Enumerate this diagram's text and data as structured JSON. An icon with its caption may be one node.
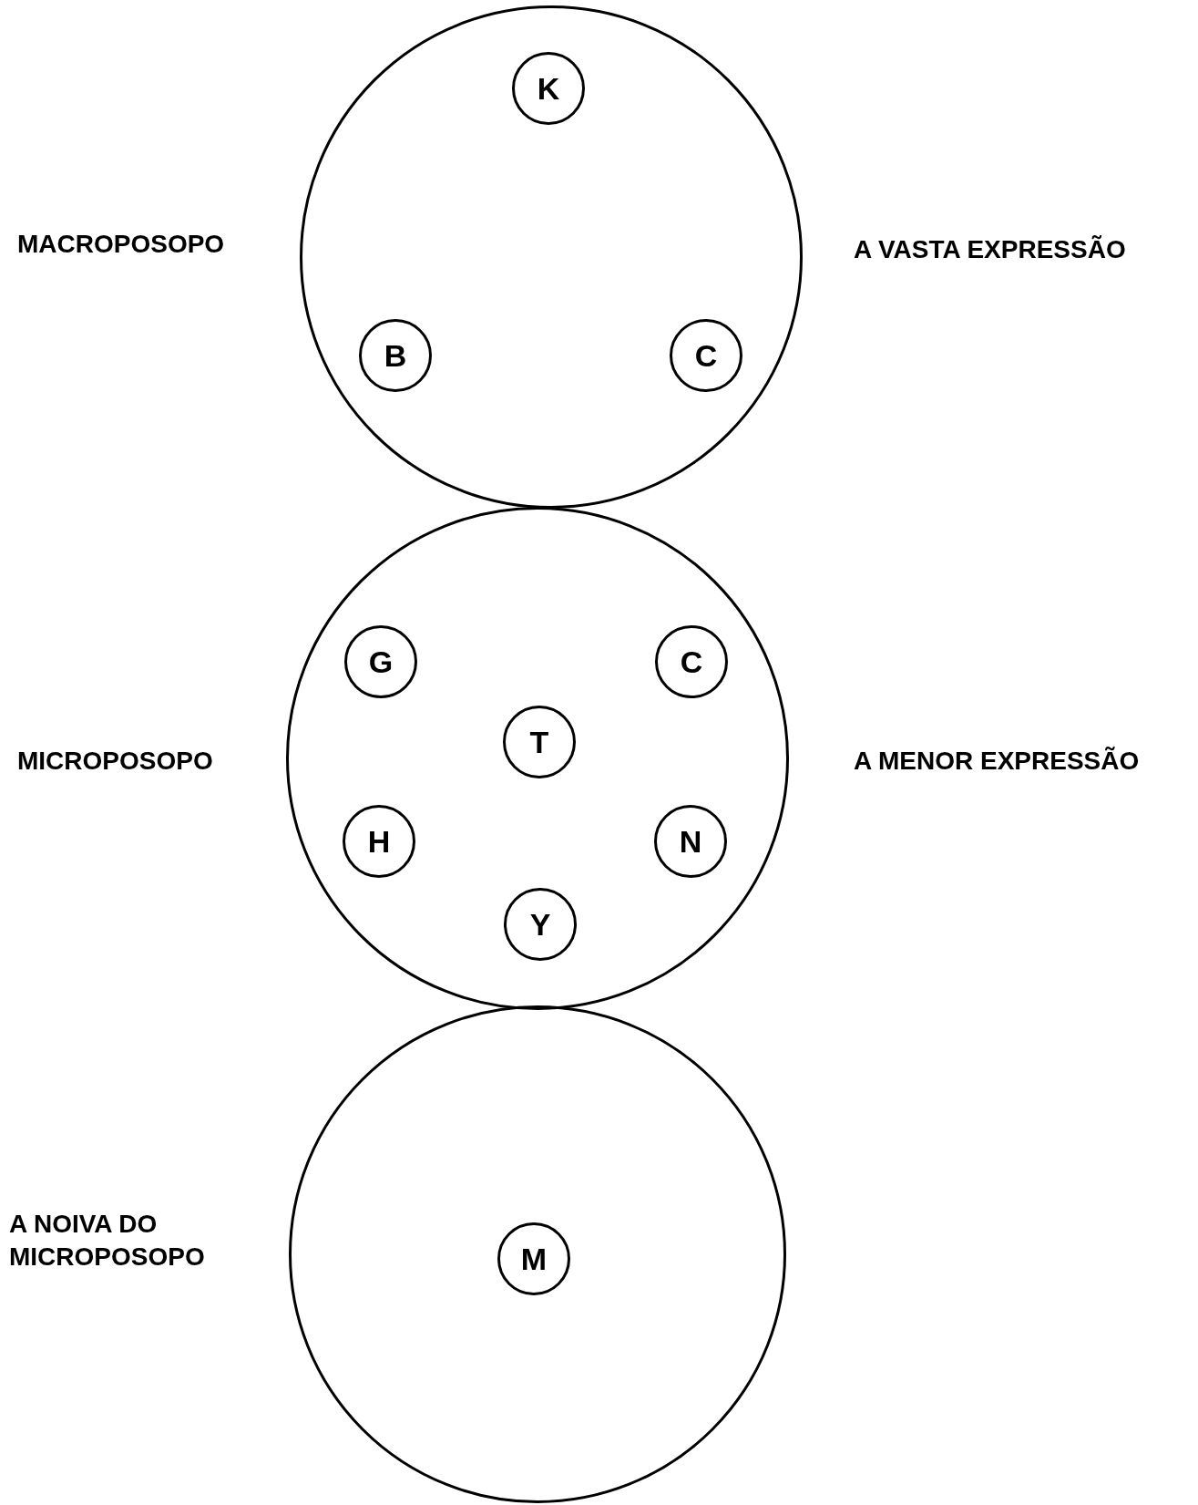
{
  "diagram": {
    "nodes": [
      {
        "text": [],
        "shape": "circle",
        "beside": [
          "MACROPOSOPO",
          "A VASTA EXPRESSÃO"
        ]
      },
      {
        "text": [
          "K"
        ],
        "in": 0
      },
      {
        "text": [
          "B"
        ],
        "in": 0
      },
      {
        "text": [
          "C"
        ],
        "in": 0
      },
      {
        "text": [],
        "shape": "circle",
        "beside": [
          "MICROPOSOPO",
          "A MENOR EXPRESSÃO"
        ]
      },
      {
        "text": [
          "G"
        ],
        "in": 4
      },
      {
        "text": [
          "C"
        ],
        "in": 4
      },
      {
        "text": [
          "T"
        ],
        "in": 4
      },
      {
        "text": [
          "H"
        ],
        "in": 4
      },
      {
        "text": [
          "N"
        ],
        "in": 4
      },
      {
        "text": [
          "Y"
        ],
        "in": 4
      },
      {
        "text": [],
        "shape": "circle",
        "beside": [
          "A NOIVA DO MICROPOSOPO"
        ]
      },
      {
        "text": [
          "M"
        ],
        "in": 11
      }
    ],
    "edges": []
  }
}
